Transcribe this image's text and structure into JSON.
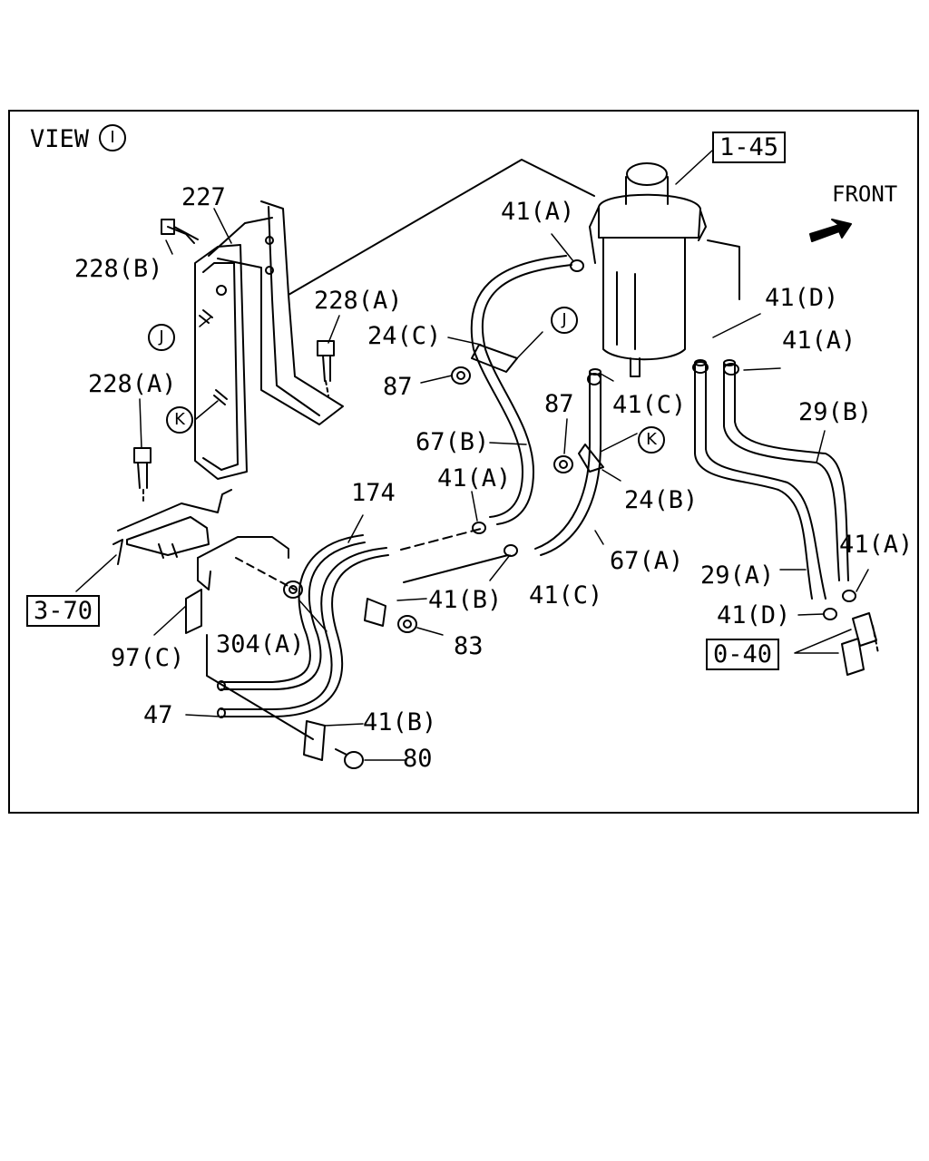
{
  "view": {
    "prefix": "VIEW",
    "id": "I"
  },
  "front_label": "FRONT",
  "ref_boxes": {
    "filter_assembly": "1-45",
    "bracket_assembly": "3-70",
    "section_ref": "0-40"
  },
  "circle_markers": {
    "j": "J",
    "k": "K"
  },
  "callouts": {
    "c227": "227",
    "c228b": "228(B)",
    "c228a_top": "228(A)",
    "c228a_left": "228(A)",
    "c24c": "24(C)",
    "c87_left": "87",
    "c67b": "67(B)",
    "c41a_top": "41(A)",
    "c41a_mid": "41(A)",
    "c41a_right": "41(A)",
    "c41a_far": "41(A)",
    "c41d_top": "41(D)",
    "c41d_bot": "41(D)",
    "c41c_top": "41(C)",
    "c41c_mid": "41(C)",
    "c87_right": "87",
    "c24b": "24(B)",
    "c67a": "67(A)",
    "c29b": "29(B)",
    "c29a": "29(A)",
    "c174": "174",
    "c41b_mid": "41(B)",
    "c41b_bot": "41(B)",
    "c83": "83",
    "c304a": "304(A)",
    "c97c": "97(C)",
    "c47": "47",
    "c80": "80"
  }
}
